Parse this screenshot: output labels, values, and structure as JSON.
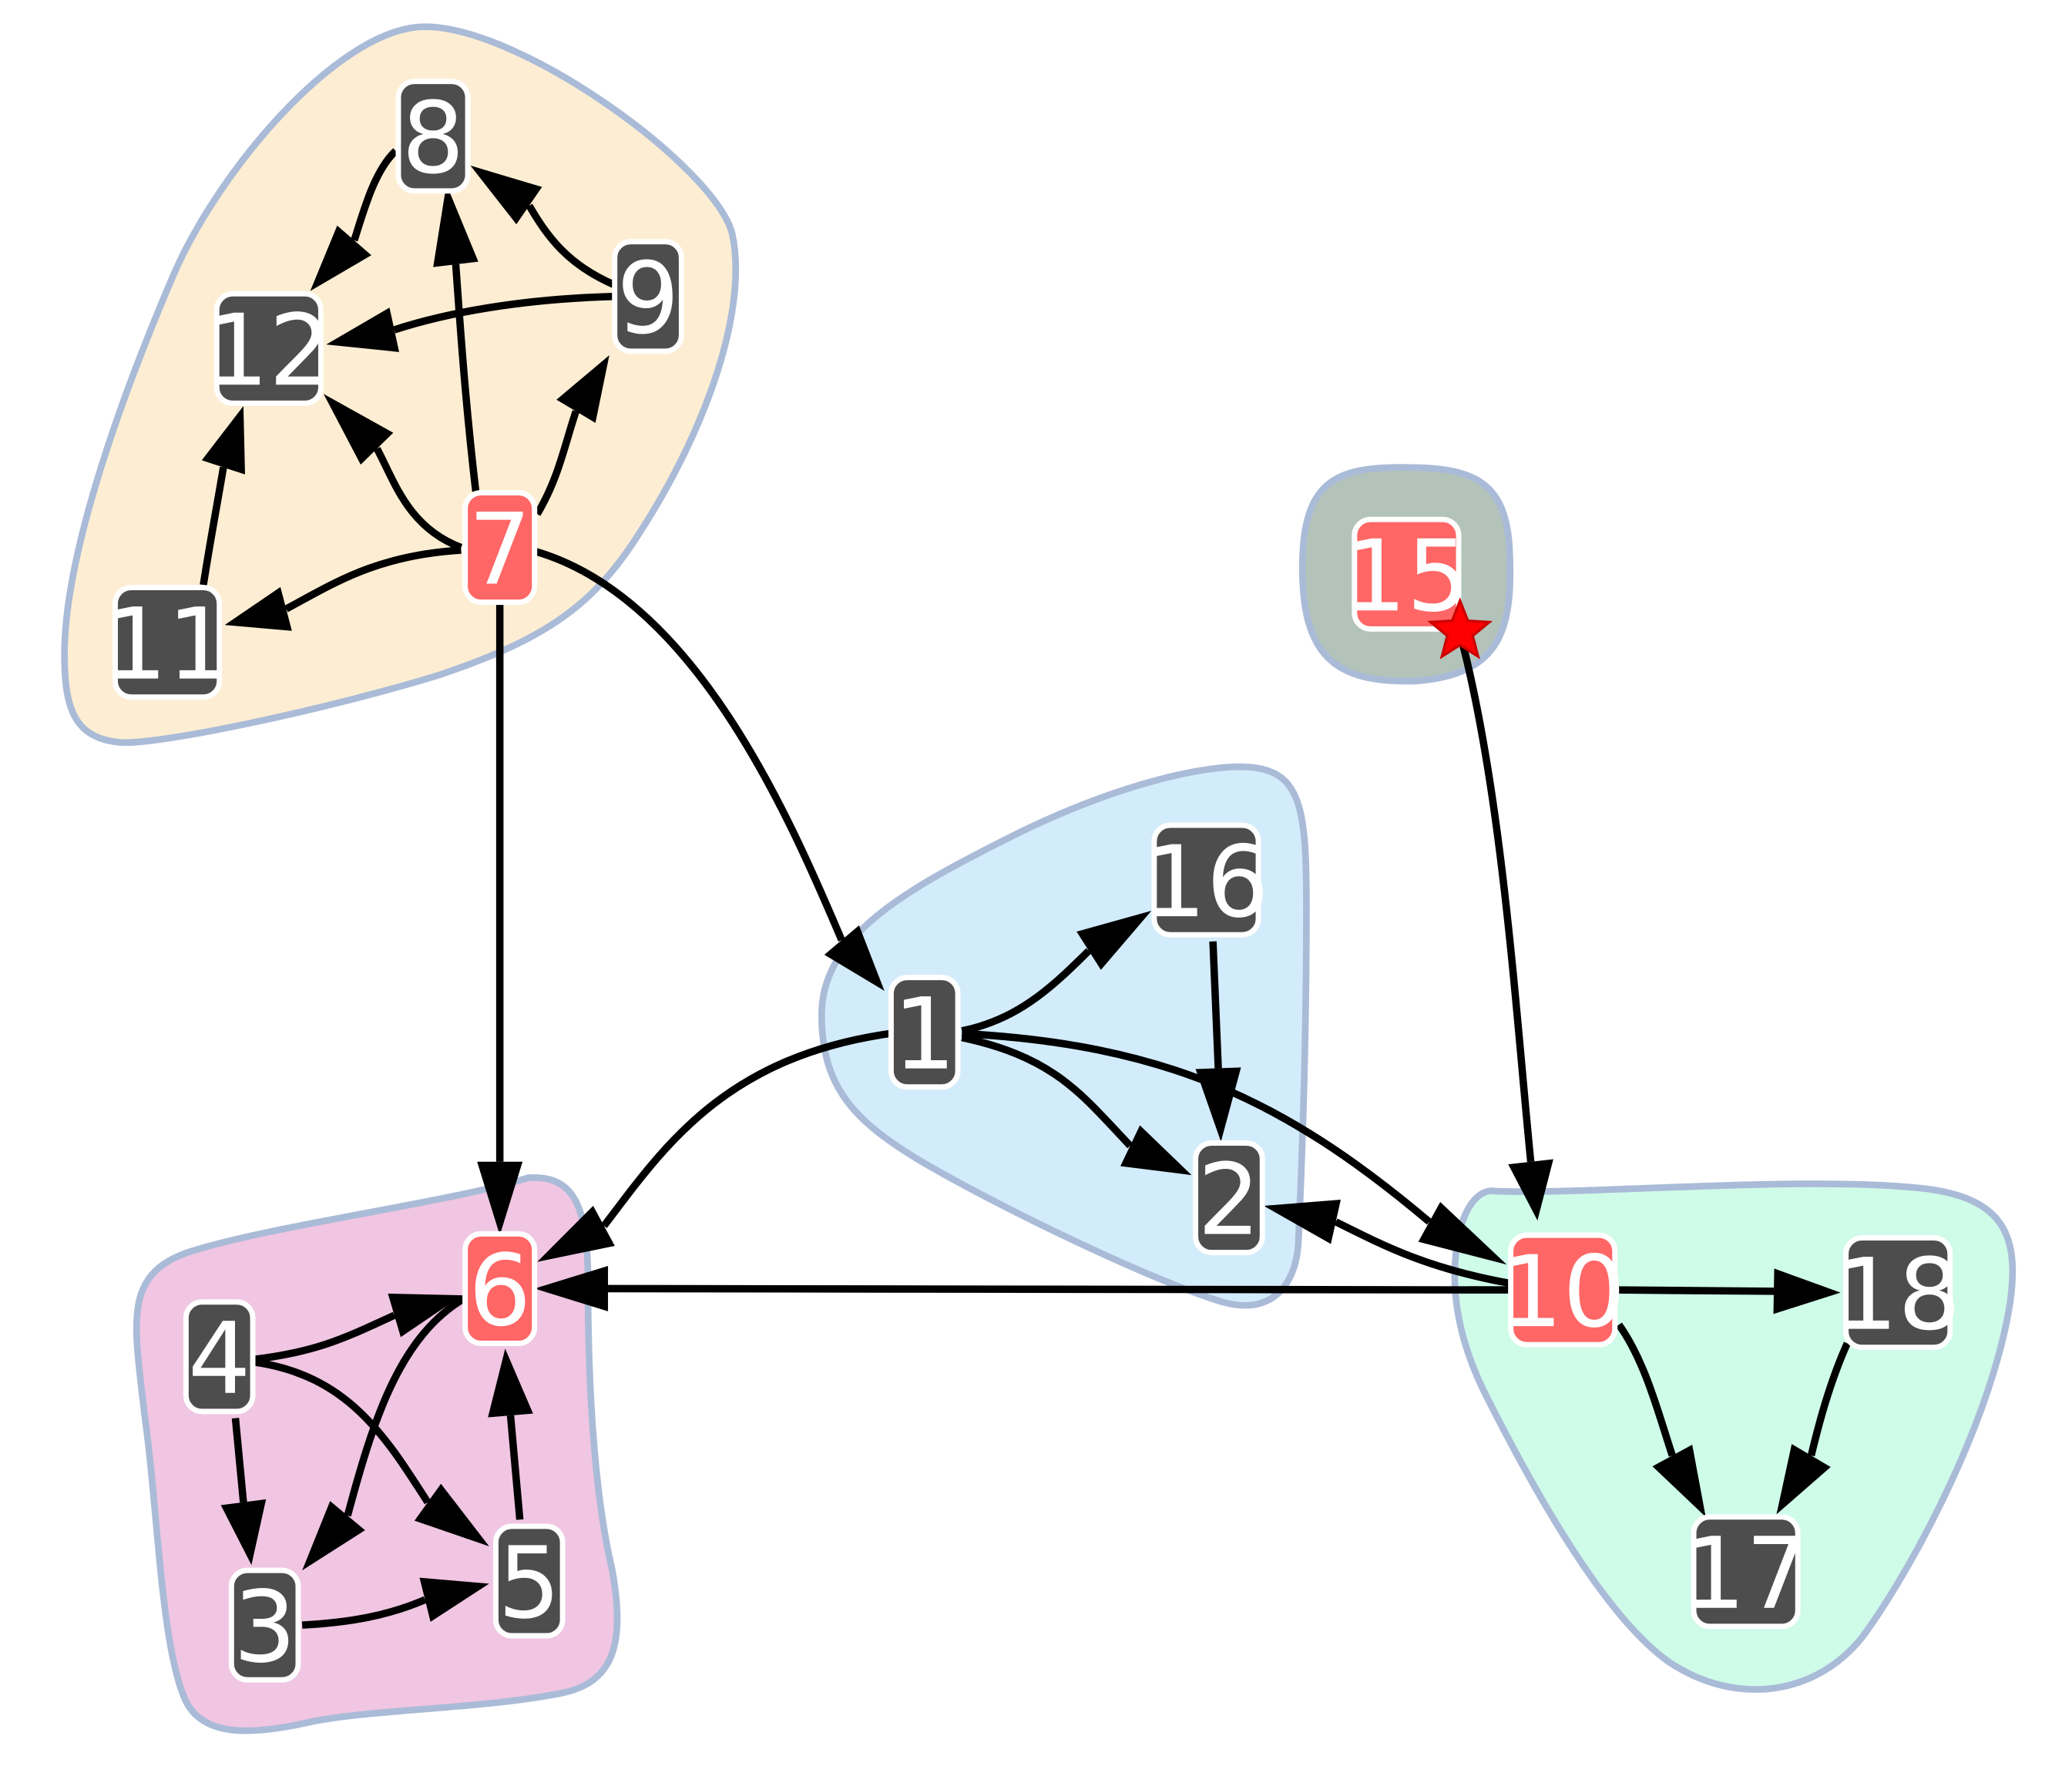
{
  "colors": {
    "node_default": "#4d4d4d",
    "node_highlight": "#ff6666",
    "node_text": "#ffffff",
    "cluster_border": "#aabbd8",
    "edge": "#000000",
    "star_fill": "#ff0000"
  },
  "clusters": [
    {
      "id": "top-left",
      "fill": "#fdeed3",
      "members": [
        "7",
        "8",
        "9",
        "11",
        "12"
      ]
    },
    {
      "id": "center",
      "fill": "#d3ecfb",
      "members": [
        "1",
        "2",
        "16"
      ]
    },
    {
      "id": "top-right",
      "fill": "#b3c3b9",
      "members": [
        "15"
      ]
    },
    {
      "id": "bottom-left",
      "fill": "#f0c6e2",
      "members": [
        "3",
        "4",
        "5",
        "6"
      ]
    },
    {
      "id": "bottom-right",
      "fill": "#cffbe9",
      "members": [
        "10",
        "17",
        "18"
      ]
    }
  ],
  "nodes": [
    {
      "id": "1",
      "label": "1",
      "highlight": false
    },
    {
      "id": "2",
      "label": "2",
      "highlight": false
    },
    {
      "id": "3",
      "label": "3",
      "highlight": false
    },
    {
      "id": "4",
      "label": "4",
      "highlight": false
    },
    {
      "id": "5",
      "label": "5",
      "highlight": false
    },
    {
      "id": "6",
      "label": "6",
      "highlight": true
    },
    {
      "id": "7",
      "label": "7",
      "highlight": true
    },
    {
      "id": "8",
      "label": "8",
      "highlight": false
    },
    {
      "id": "9",
      "label": "9",
      "highlight": false
    },
    {
      "id": "10",
      "label": "10",
      "highlight": true
    },
    {
      "id": "11",
      "label": "11",
      "highlight": false
    },
    {
      "id": "12",
      "label": "12",
      "highlight": false
    },
    {
      "id": "15",
      "label": "15",
      "highlight": true,
      "marker": "star"
    },
    {
      "id": "16",
      "label": "16",
      "highlight": false
    },
    {
      "id": "17",
      "label": "17",
      "highlight": false
    },
    {
      "id": "18",
      "label": "18",
      "highlight": false
    }
  ],
  "edges": [
    {
      "from": "7",
      "to": "8"
    },
    {
      "from": "7",
      "to": "9"
    },
    {
      "from": "7",
      "to": "12"
    },
    {
      "from": "7",
      "to": "11"
    },
    {
      "from": "7",
      "to": "6"
    },
    {
      "from": "7",
      "to": "1"
    },
    {
      "from": "8",
      "to": "12"
    },
    {
      "from": "9",
      "to": "8"
    },
    {
      "from": "9",
      "to": "12"
    },
    {
      "from": "11",
      "to": "12"
    },
    {
      "from": "1",
      "to": "16"
    },
    {
      "from": "1",
      "to": "2"
    },
    {
      "from": "1",
      "to": "10"
    },
    {
      "from": "1",
      "to": "6"
    },
    {
      "from": "16",
      "to": "2"
    },
    {
      "from": "15",
      "to": "10"
    },
    {
      "from": "10",
      "to": "2"
    },
    {
      "from": "10",
      "to": "6"
    },
    {
      "from": "10",
      "to": "18"
    },
    {
      "from": "10",
      "to": "17"
    },
    {
      "from": "18",
      "to": "17"
    },
    {
      "from": "4",
      "to": "6"
    },
    {
      "from": "4",
      "to": "5"
    },
    {
      "from": "4",
      "to": "3"
    },
    {
      "from": "6",
      "to": "3"
    },
    {
      "from": "3",
      "to": "5"
    },
    {
      "from": "5",
      "to": "6"
    }
  ]
}
